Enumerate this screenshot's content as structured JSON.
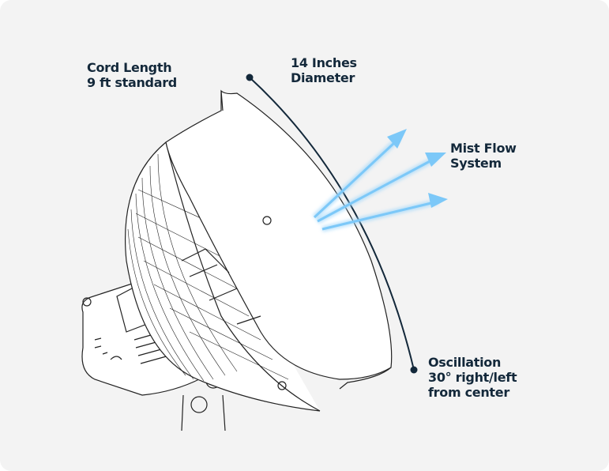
{
  "callouts": {
    "cord": {
      "title": "Cord Length",
      "detail": "9 ft standard"
    },
    "diameter": {
      "title": "14 Inches",
      "detail": "Diameter"
    },
    "mist": {
      "title": "Mist Flow",
      "detail": "System"
    },
    "oscillation": {
      "title": "Oscillation",
      "detail": "30° right/left",
      "detail2": "from center"
    }
  },
  "colors": {
    "text": "#13283a",
    "mist_arrow": "#7cc8f8",
    "background": "#f3f3f3"
  }
}
